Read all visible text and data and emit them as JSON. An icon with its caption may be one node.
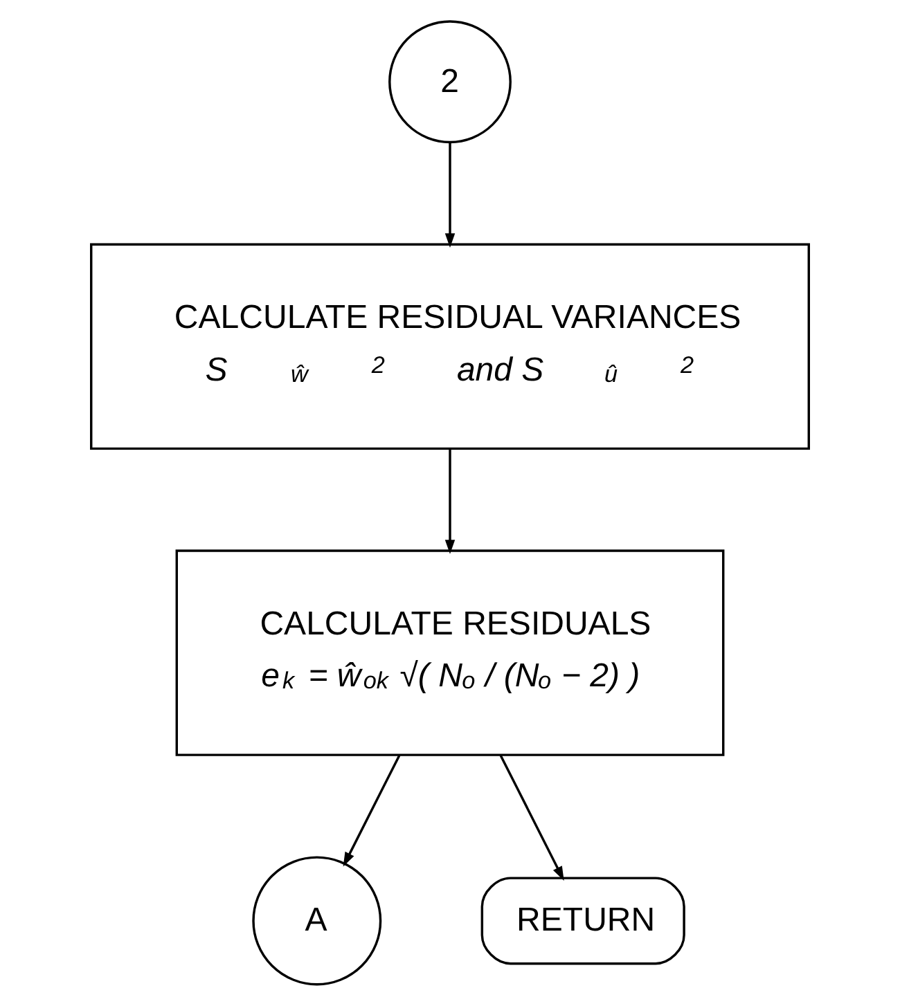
{
  "diagram": {
    "nodes": [
      {
        "text": [
          "2"
        ]
      },
      {
        "text": [
          "CALCULATE RESIDUAL VARIANCES",
          "S$_{ŵ}$$^{2}$ and S$_{û}$$^{2}$"
        ]
      },
      {
        "text": [
          "CALCULATE RESIDUALS",
          "e$_{k}$ = ŵ$_{ok}$ √( N$_{o}$ / (N$_{o}$ − 2) )"
        ]
      },
      {
        "text": [
          "A"
        ]
      },
      {
        "text": [
          "RETURN"
        ]
      }
    ],
    "edges": [
      {
        "from": 0,
        "to": 1,
        "arrow": "to"
      },
      {
        "from": 1,
        "to": 2,
        "arrow": "to"
      },
      {
        "from": 2,
        "to": 3,
        "arrow": "to"
      },
      {
        "from": 2,
        "to": 4,
        "arrow": "to"
      }
    ]
  }
}
